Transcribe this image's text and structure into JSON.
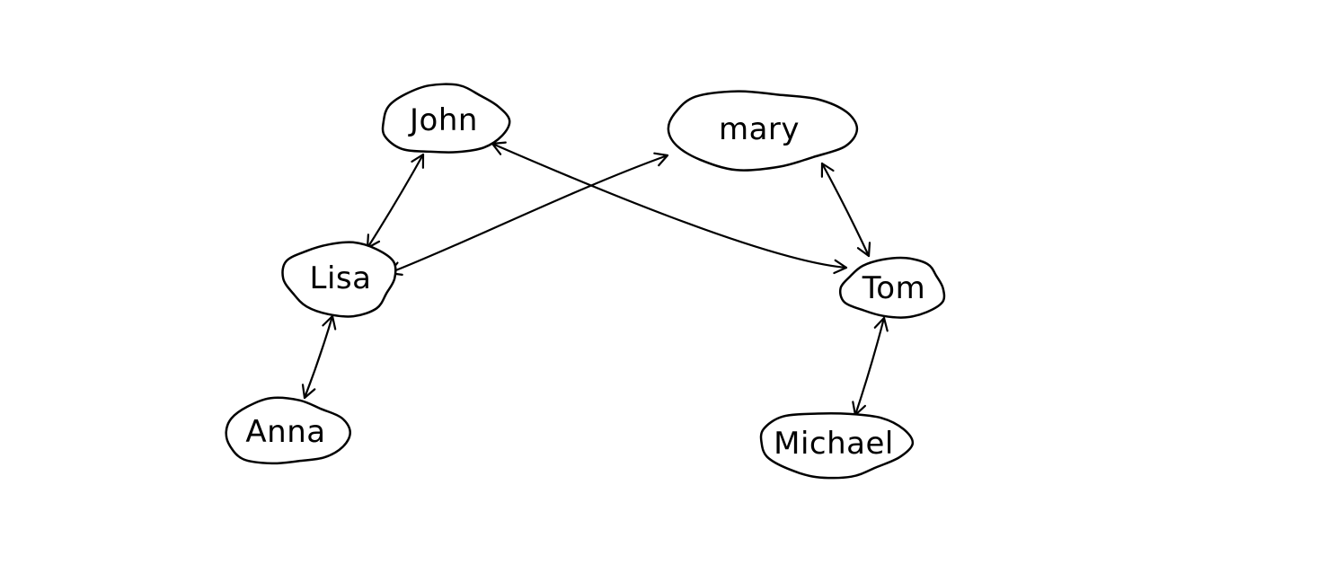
{
  "diagram": {
    "nodes": [
      {
        "id": "john",
        "label": "John"
      },
      {
        "id": "mary",
        "label": "mary"
      },
      {
        "id": "lisa",
        "label": "Lisa"
      },
      {
        "id": "tom",
        "label": "Tom"
      },
      {
        "id": "anna",
        "label": "Anna"
      },
      {
        "id": "michael",
        "label": "Michael"
      }
    ],
    "edges": [
      {
        "from": "john",
        "to": "lisa",
        "direction": "bidirectional"
      },
      {
        "from": "john",
        "to": "tom",
        "direction": "bidirectional"
      },
      {
        "from": "mary",
        "to": "lisa",
        "direction": "bidirectional"
      },
      {
        "from": "mary",
        "to": "tom",
        "direction": "bidirectional"
      },
      {
        "from": "lisa",
        "to": "anna",
        "direction": "bidirectional"
      },
      {
        "from": "tom",
        "to": "michael",
        "direction": "bidirectional"
      }
    ],
    "stroke_color": "#000000",
    "background_color": "#ffffff"
  }
}
